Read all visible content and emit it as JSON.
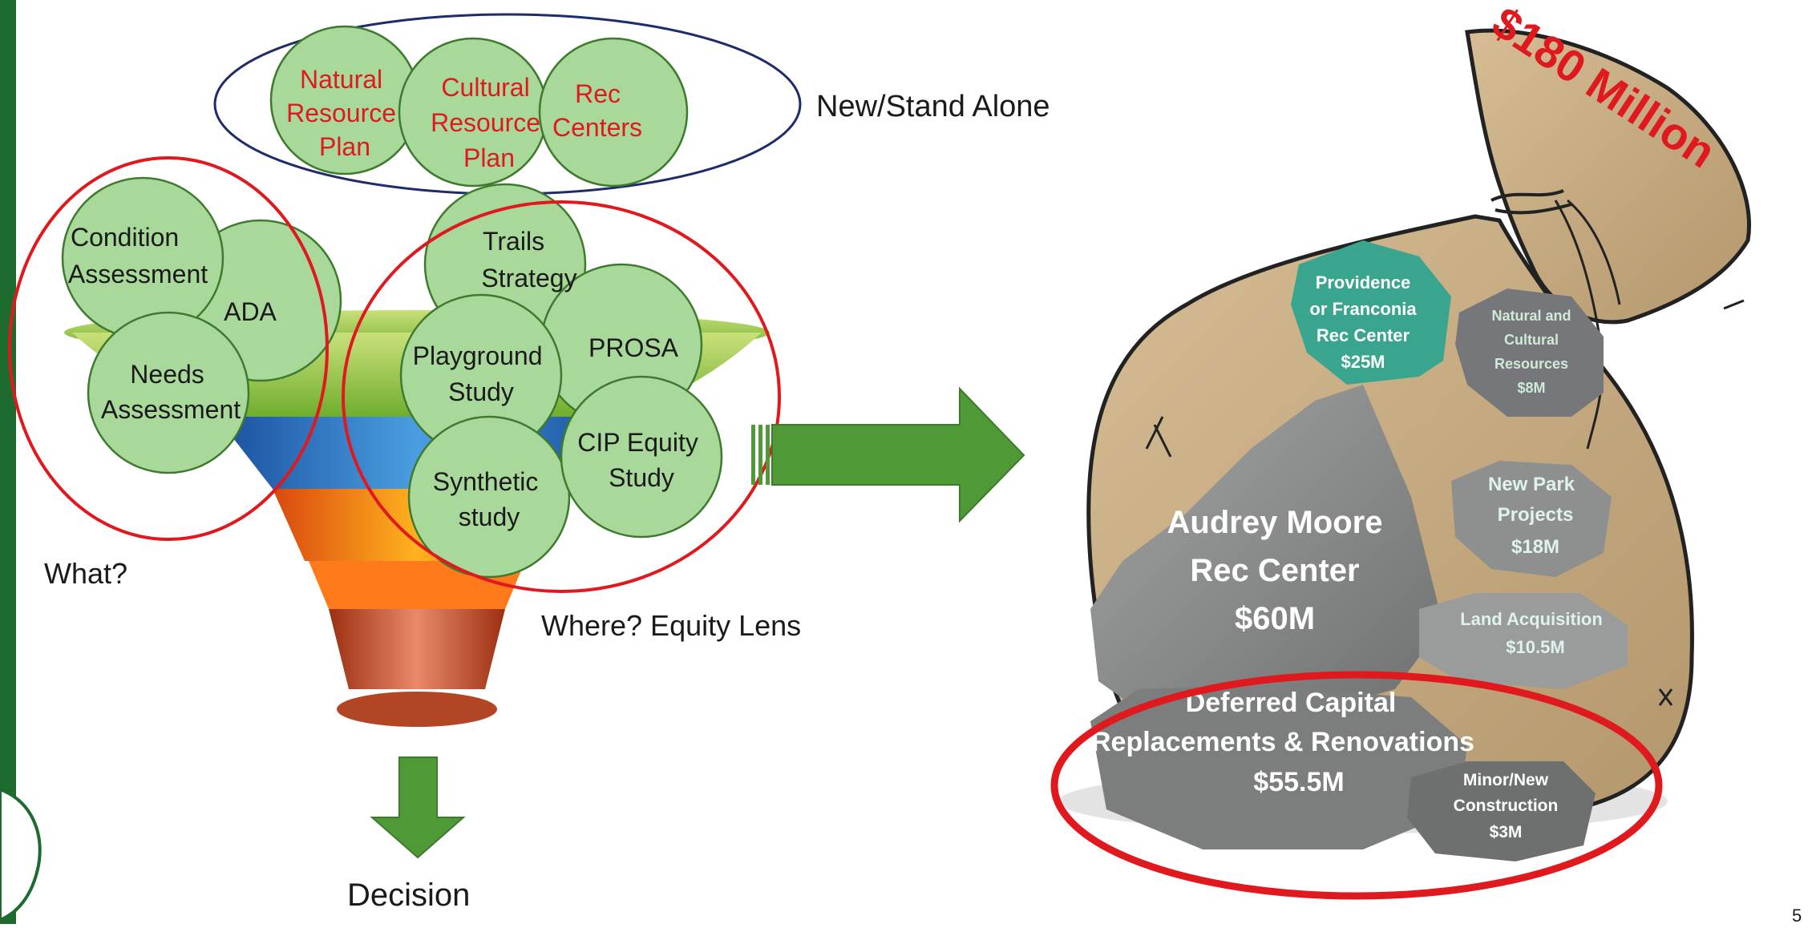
{
  "left_bar_color": "#1e6b30",
  "stand_alone": {
    "label": "New/Stand Alone",
    "circles": [
      {
        "line1": "Natural",
        "line2": "Resource",
        "line3": "Plan"
      },
      {
        "line1": "Cultural",
        "line2": "Resource",
        "line3": "Plan"
      },
      {
        "line1": "Rec",
        "line2": "Centers"
      }
    ]
  },
  "what_group": {
    "label": "What?",
    "circles": [
      {
        "line1": "Condition",
        "line2": "Assessment"
      },
      {
        "line1": "ADA"
      },
      {
        "line1": "Needs",
        "line2": "Assessment"
      }
    ]
  },
  "where_group": {
    "label": "Where? Equity Lens",
    "circles": [
      {
        "line1": "Trails",
        "line2": "Strategy"
      },
      {
        "line1": "PROSA"
      },
      {
        "line1": "Playground",
        "line2": "Study"
      },
      {
        "line1": "CIP Equity",
        "line2": "Study"
      },
      {
        "line1": "Synthetic",
        "line2": "study"
      }
    ]
  },
  "decision_label": "Decision",
  "bag": {
    "total": "$180 Million",
    "rocks": {
      "providence": {
        "l1": "Providence",
        "l2": "or Franconia",
        "l3": "Rec Center",
        "amount": "$25M"
      },
      "natural": {
        "l1": "Natural and",
        "l2": "Cultural",
        "l3": "Resources",
        "amount": "$8M"
      },
      "audrey": {
        "l1": "Audrey Moore",
        "l2": "Rec Center",
        "amount": "$60M"
      },
      "new_park": {
        "l1": "New Park",
        "l2": "Projects",
        "amount": "$18M"
      },
      "land": {
        "l1": "Land Acquisition",
        "amount": "$10.5M"
      },
      "deferred": {
        "l1": "Deferred Capital",
        "l2": "Replacements & Renovations",
        "amount": "$55.5M"
      },
      "minor": {
        "l1": "Minor/New",
        "l2": "Construction",
        "amount": "$3M"
      }
    }
  },
  "page_number": "5",
  "colors": {
    "circle_fill": "#a9d99a",
    "circle_stroke": "#3e7a2e",
    "red": "#e0191e",
    "navy": "#1f2b6b",
    "arrow": "#4f9a36",
    "bag": "#c7ab82",
    "rock": "#8a8c8c",
    "teal": "#3aa58f"
  }
}
